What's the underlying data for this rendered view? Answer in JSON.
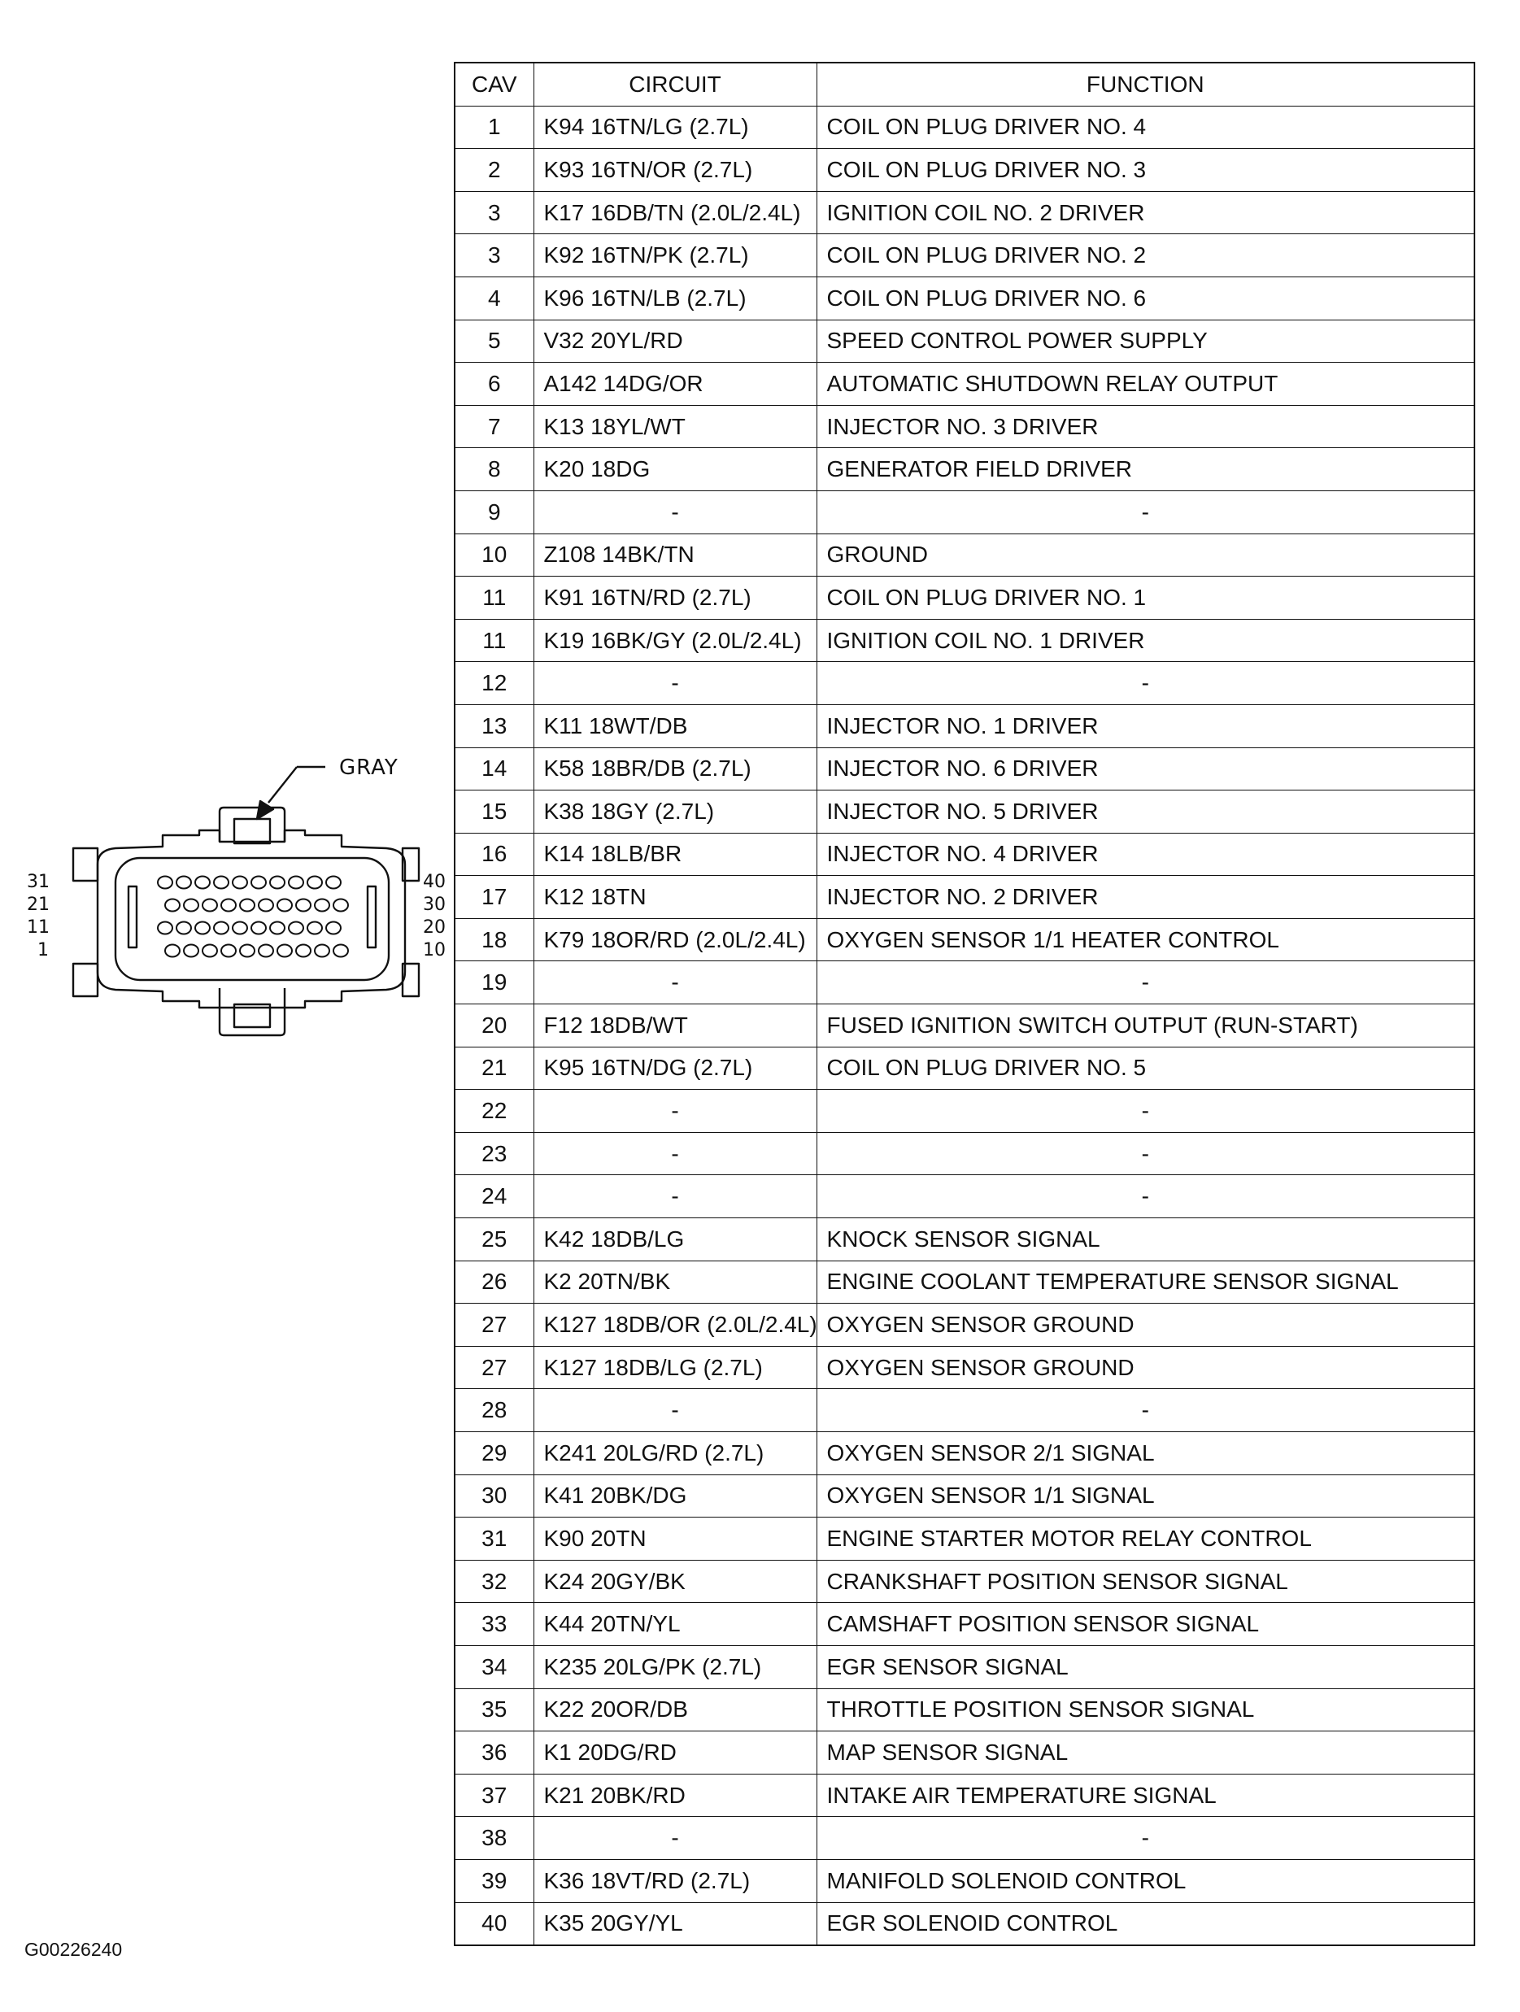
{
  "table": {
    "headers": {
      "cav": "CAV",
      "circuit": "CIRCUIT",
      "function": "FUNCTION"
    },
    "rows": [
      {
        "cav": "1",
        "circuit": "K94 16TN/LG (2.7L)",
        "function": "COIL ON PLUG DRIVER NO. 4"
      },
      {
        "cav": "2",
        "circuit": "K93 16TN/OR (2.7L)",
        "function": "COIL ON PLUG DRIVER NO. 3"
      },
      {
        "cav": "3",
        "circuit": "K17 16DB/TN (2.0L/2.4L)",
        "function": "IGNITION COIL NO. 2 DRIVER"
      },
      {
        "cav": "3",
        "circuit": "K92 16TN/PK (2.7L)",
        "function": "COIL ON PLUG DRIVER NO. 2"
      },
      {
        "cav": "4",
        "circuit": "K96 16TN/LB (2.7L)",
        "function": "COIL ON PLUG DRIVER NO. 6"
      },
      {
        "cav": "5",
        "circuit": "V32 20YL/RD",
        "function": "SPEED CONTROL POWER SUPPLY"
      },
      {
        "cav": "6",
        "circuit": "A142 14DG/OR",
        "function": "AUTOMATIC SHUTDOWN RELAY OUTPUT"
      },
      {
        "cav": "7",
        "circuit": "K13 18YL/WT",
        "function": "INJECTOR NO. 3 DRIVER"
      },
      {
        "cav": "8",
        "circuit": "K20 18DG",
        "function": "GENERATOR FIELD DRIVER"
      },
      {
        "cav": "9",
        "circuit": "-",
        "function": "-"
      },
      {
        "cav": "10",
        "circuit": "Z108 14BK/TN",
        "function": "GROUND"
      },
      {
        "cav": "11",
        "circuit": "K91 16TN/RD (2.7L)",
        "function": "COIL ON PLUG DRIVER NO. 1"
      },
      {
        "cav": "11",
        "circuit": "K19 16BK/GY (2.0L/2.4L)",
        "function": "IGNITION COIL NO. 1 DRIVER"
      },
      {
        "cav": "12",
        "circuit": "-",
        "function": "-"
      },
      {
        "cav": "13",
        "circuit": "K11 18WT/DB",
        "function": "INJECTOR NO. 1 DRIVER"
      },
      {
        "cav": "14",
        "circuit": "K58 18BR/DB (2.7L)",
        "function": "INJECTOR NO. 6 DRIVER"
      },
      {
        "cav": "15",
        "circuit": "K38 18GY (2.7L)",
        "function": "INJECTOR NO. 5 DRIVER"
      },
      {
        "cav": "16",
        "circuit": "K14 18LB/BR",
        "function": "INJECTOR NO. 4 DRIVER"
      },
      {
        "cav": "17",
        "circuit": "K12 18TN",
        "function": "INJECTOR NO. 2 DRIVER"
      },
      {
        "cav": "18",
        "circuit": "K79 18OR/RD (2.0L/2.4L)",
        "function": "OXYGEN SENSOR 1/1 HEATER CONTROL"
      },
      {
        "cav": "19",
        "circuit": "-",
        "function": "-"
      },
      {
        "cav": "20",
        "circuit": "F12 18DB/WT",
        "function": "FUSED IGNITION SWITCH OUTPUT (RUN-START)"
      },
      {
        "cav": "21",
        "circuit": "K95 16TN/DG (2.7L)",
        "function": "COIL ON PLUG DRIVER NO. 5"
      },
      {
        "cav": "22",
        "circuit": "-",
        "function": "-"
      },
      {
        "cav": "23",
        "circuit": "-",
        "function": "-"
      },
      {
        "cav": "24",
        "circuit": "-",
        "function": "-"
      },
      {
        "cav": "25",
        "circuit": "K42 18DB/LG",
        "function": "KNOCK SENSOR SIGNAL"
      },
      {
        "cav": "26",
        "circuit": "K2 20TN/BK",
        "function": "ENGINE COOLANT TEMPERATURE SENSOR SIGNAL"
      },
      {
        "cav": "27",
        "circuit": "K127 18DB/OR (2.0L/2.4L)",
        "function": "OXYGEN SENSOR GROUND"
      },
      {
        "cav": "27",
        "circuit": "K127 18DB/LG (2.7L)",
        "function": "OXYGEN SENSOR GROUND"
      },
      {
        "cav": "28",
        "circuit": "-",
        "function": "-"
      },
      {
        "cav": "29",
        "circuit": "K241 20LG/RD (2.7L)",
        "function": "OXYGEN SENSOR 2/1 SIGNAL"
      },
      {
        "cav": "30",
        "circuit": "K41 20BK/DG",
        "function": "OXYGEN SENSOR 1/1 SIGNAL"
      },
      {
        "cav": "31",
        "circuit": "K90 20TN",
        "function": "ENGINE STARTER MOTOR RELAY CONTROL"
      },
      {
        "cav": "32",
        "circuit": "K24 20GY/BK",
        "function": "CRANKSHAFT POSITION SENSOR SIGNAL"
      },
      {
        "cav": "33",
        "circuit": "K44 20TN/YL",
        "function": "CAMSHAFT POSITION SENSOR SIGNAL"
      },
      {
        "cav": "34",
        "circuit": "K235 20LG/PK (2.7L)",
        "function": "EGR SENSOR SIGNAL"
      },
      {
        "cav": "35",
        "circuit": "K22 20OR/DB",
        "function": "THROTTLE POSITION SENSOR SIGNAL"
      },
      {
        "cav": "36",
        "circuit": "K1 20DG/RD",
        "function": "MAP SENSOR SIGNAL"
      },
      {
        "cav": "37",
        "circuit": "K21 20BK/RD",
        "function": "INTAKE AIR TEMPERATURE SIGNAL"
      },
      {
        "cav": "38",
        "circuit": "-",
        "function": "-"
      },
      {
        "cav": "39",
        "circuit": "K36 18VT/RD (2.7L)",
        "function": "MANIFOLD SOLENOID CONTROL"
      },
      {
        "cav": "40",
        "circuit": "K35 20GY/YL",
        "function": "EGR SOLENOID CONTROL"
      }
    ]
  },
  "connector": {
    "color_label": "GRAY",
    "left_pin_labels": [
      "31",
      "21",
      "11",
      "1"
    ],
    "right_pin_labels": [
      "40",
      "30",
      "20",
      "10"
    ],
    "rows": 4,
    "cavities_per_row": 10
  },
  "figure_id": "G00226240"
}
